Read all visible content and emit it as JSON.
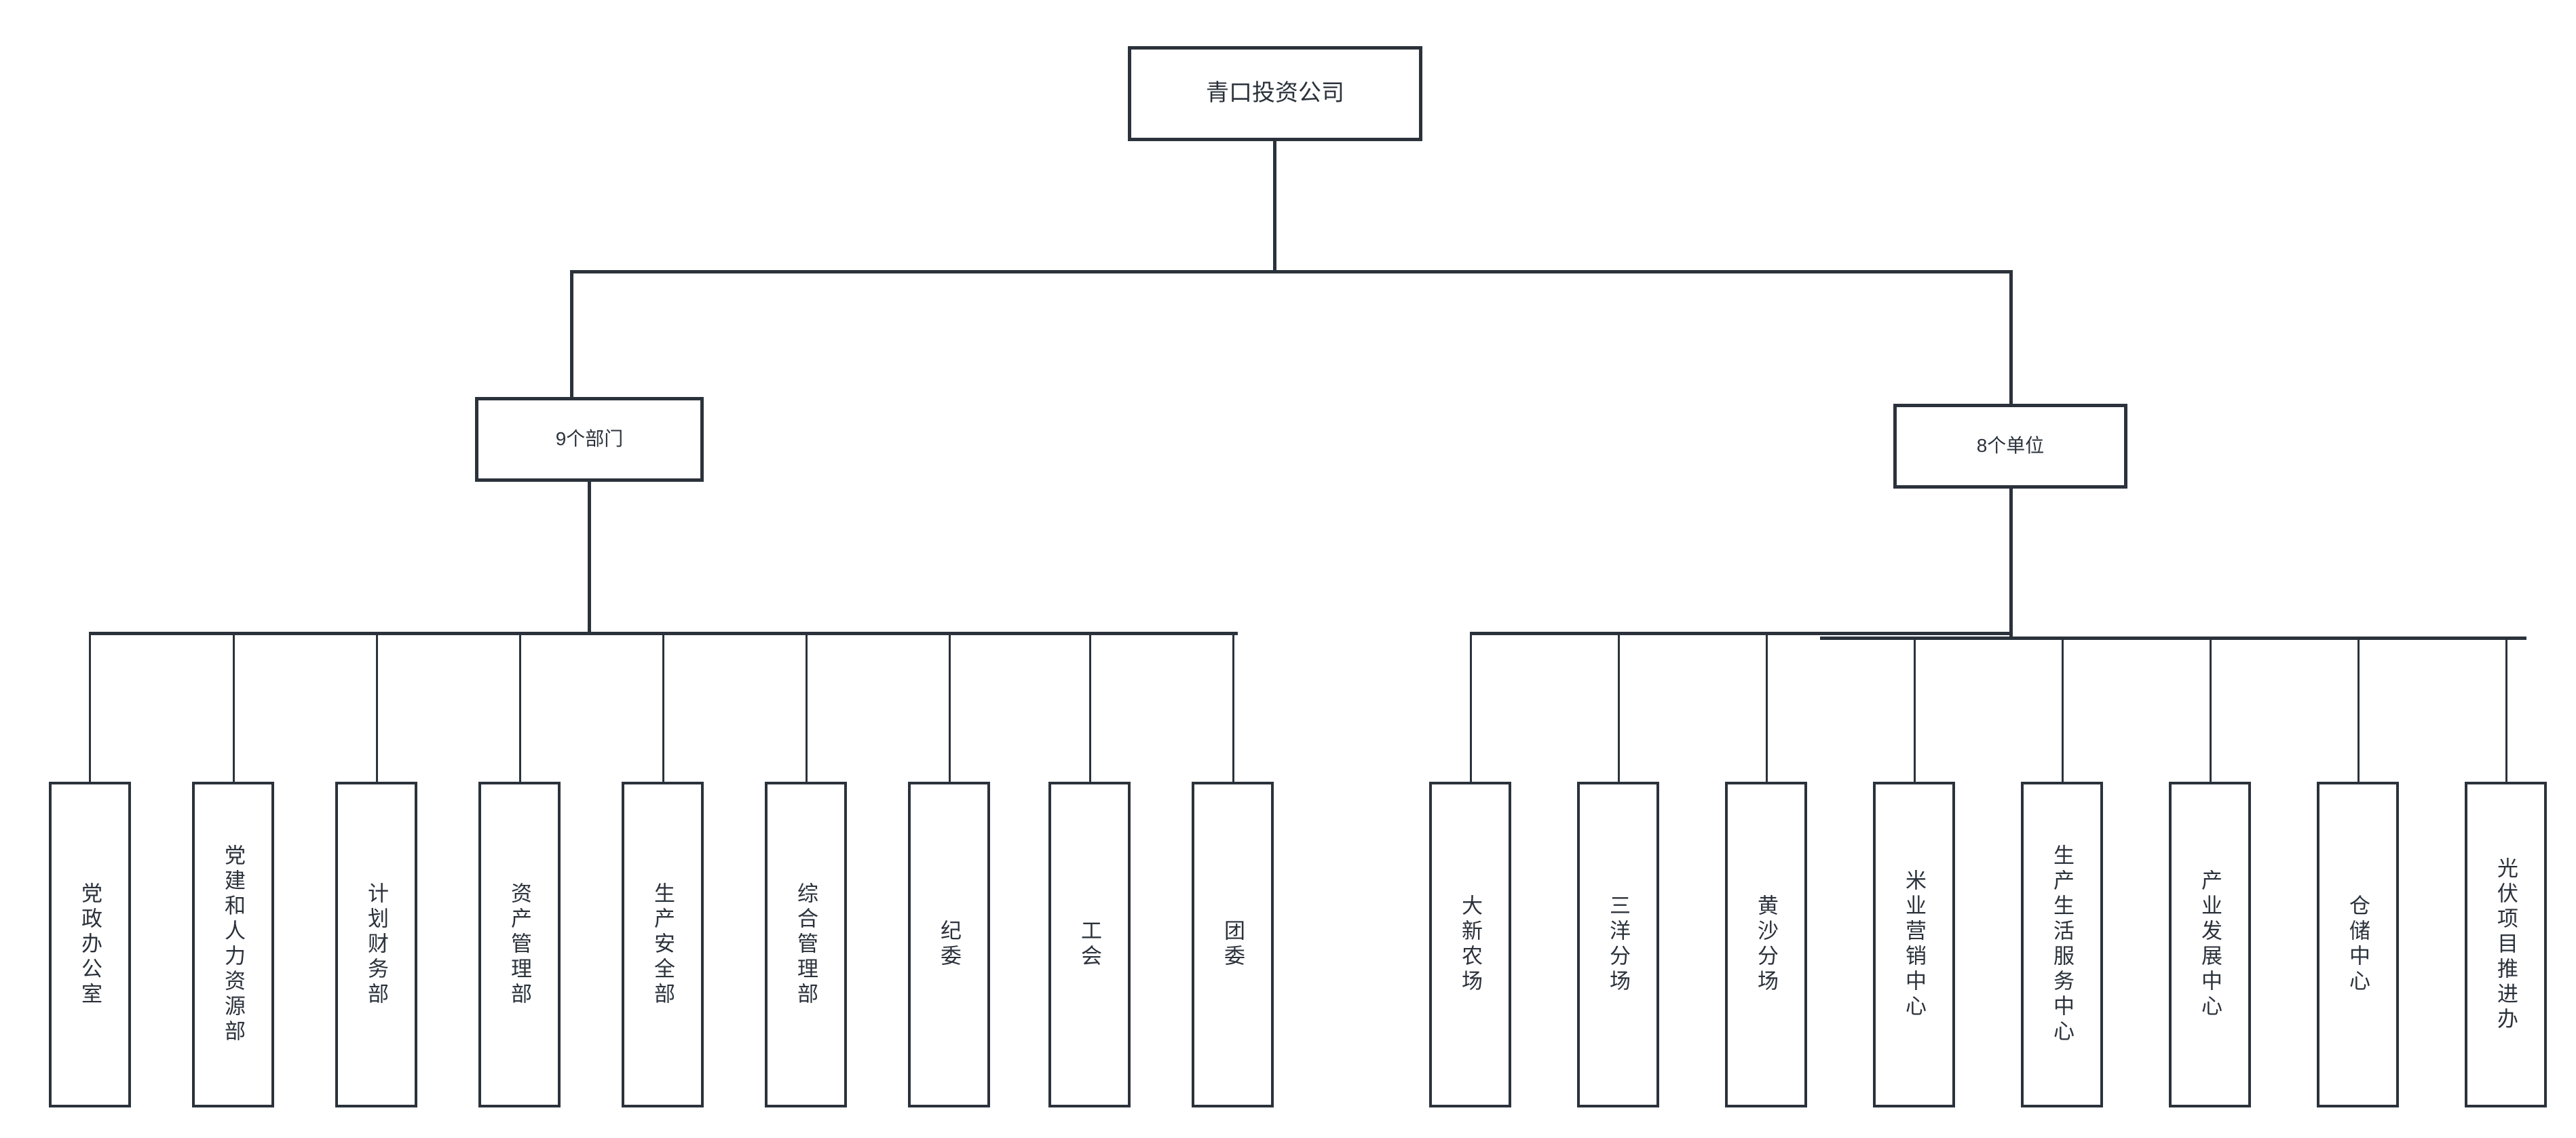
{
  "chart_type": "organization-chart",
  "root": {
    "label": "青口投资公司"
  },
  "branches": [
    {
      "label": "9个部门"
    },
    {
      "label": "8个单位"
    }
  ],
  "departments": [
    {
      "label": "党政办公室"
    },
    {
      "label": "党建和人力资源部"
    },
    {
      "label": "计划财务部"
    },
    {
      "label": "资产管理部"
    },
    {
      "label": "生产安全部"
    },
    {
      "label": "综合管理部"
    },
    {
      "label": "纪委"
    },
    {
      "label": "工会"
    },
    {
      "label": "团委"
    }
  ],
  "units": [
    {
      "label": "大新农场"
    },
    {
      "label": "三洋分场"
    },
    {
      "label": "黄沙分场"
    },
    {
      "label": "米业营销中心"
    },
    {
      "label": "生产生活服务中心"
    },
    {
      "label": "产业发展中心"
    },
    {
      "label": "仓储中心"
    },
    {
      "label": "光伏项目推进办"
    }
  ],
  "colors": {
    "line": "#2b323b",
    "box_fill": "#ffffff",
    "text": "#2b323b",
    "background": "#ffffff"
  }
}
